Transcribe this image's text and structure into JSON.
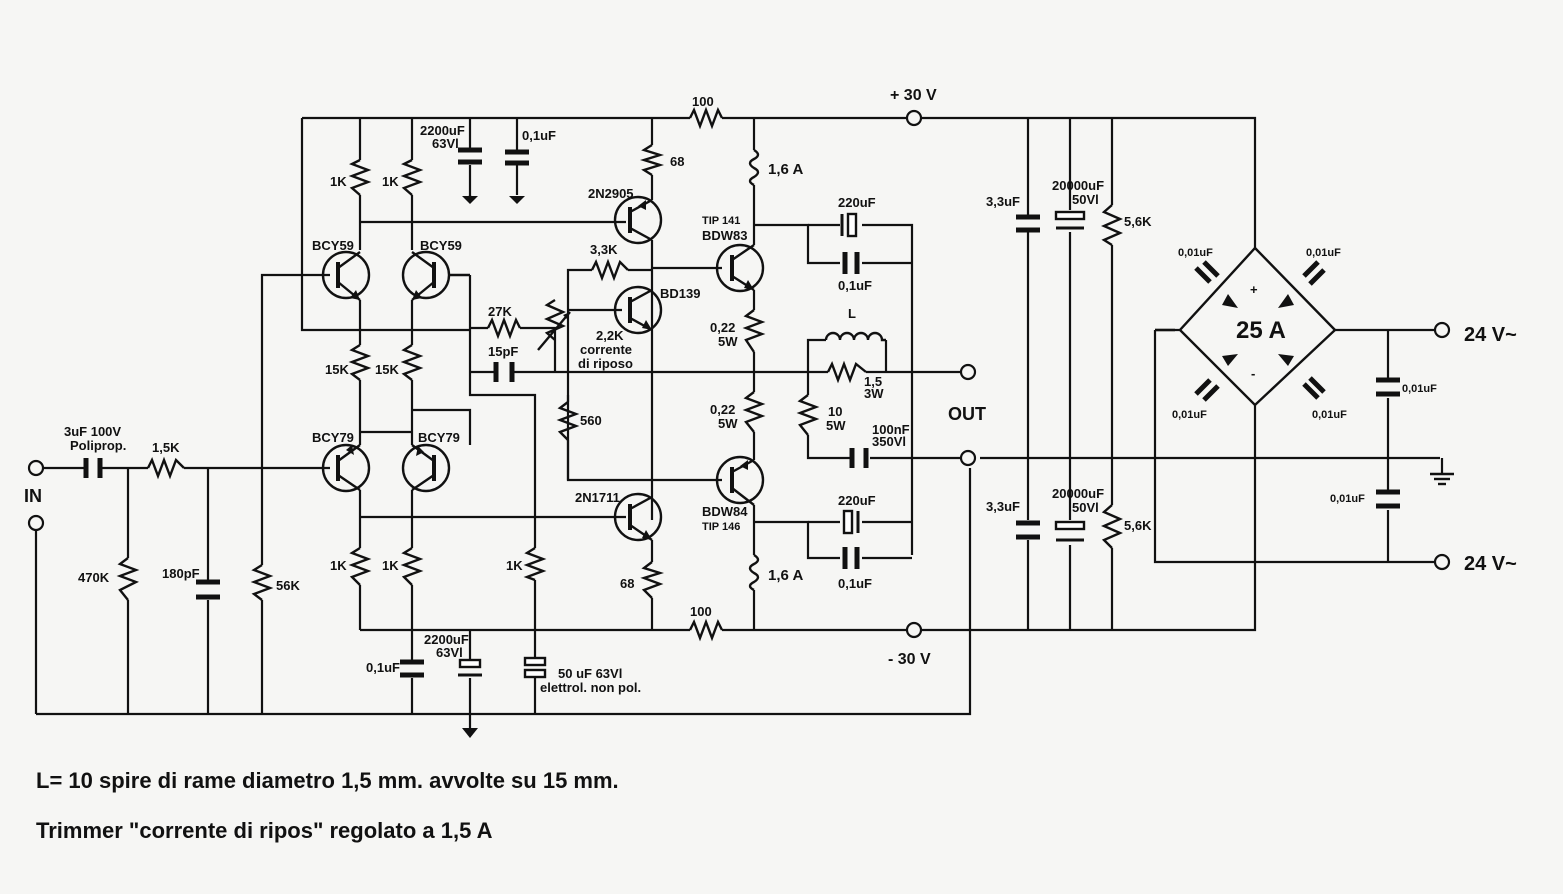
{
  "labels": {
    "supply_pos": "+ 30 V",
    "supply_neg": "- 30 V",
    "r_top": "100",
    "r_bot": "100",
    "c_2200_top": "2200uF",
    "c_2200_top_v": "63Vl",
    "c_01_top": "0,1uF",
    "r68_top": "68",
    "r68_bot": "68",
    "q_2n2905": "2N2905",
    "q_2n1711": "2N1711",
    "fuse_top": "1,6 A",
    "fuse_bot": "1,6 A",
    "tip141": "TIP 141",
    "bdw83": "BDW83",
    "bdw84": "BDW84",
    "tip146": "TIP 146",
    "c220_top": "220uF",
    "c220_bot": "220uF",
    "c01_top2": "0,1uF",
    "c01_bot2": "0,1uF",
    "r1k_a": "1K",
    "r1k_b": "1K",
    "bcy59_a": "BCY59",
    "bcy59_b": "BCY59",
    "r33k": "3,3K",
    "bd139": "BD139",
    "r27k": "27K",
    "trim": "2,2K",
    "trim2": "corrente",
    "trim3": "di riposo",
    "c15p": "15pF",
    "r022_a": "0,22",
    "r022_a2": "5W",
    "r022_b": "0,22",
    "r022_b2": "5W",
    "ind_L": "L",
    "r15": "1,5",
    "r15b": "3W",
    "r10": "10",
    "r10b": "5W",
    "c100n": "100nF",
    "c100n2": "350Vl",
    "out": "OUT",
    "r15k_a": "15K",
    "r15k_b": "15K",
    "r560": "560",
    "bcy79_a": "BCY79",
    "bcy79_b": "BCY79",
    "c3u": "3uF  100V",
    "c3u2": "Poliprop.",
    "r15kin": "1,5K",
    "in": "IN",
    "r470k": "470K",
    "c180p": "180pF",
    "r56k": "56K",
    "r1k_c": "1K",
    "r1k_d": "1K",
    "r1k_e": "1K",
    "c01_bot": "0,1uF",
    "c2200_bot": "2200uF",
    "c2200_bot_v": "63Vl",
    "c50u": "50 uF 63Vl",
    "c50u2": "elettrol. non pol.",
    "c33u_a": "3,3uF",
    "c33u_b": "3,3uF",
    "c20000_a": "20000uF",
    "c20000_a2": "50Vl",
    "c20000_b": "20000uF",
    "c20000_b2": "50Vl",
    "r56k_a": "5,6K",
    "r56k_b": "5,6K",
    "bridge": "25 A",
    "cb1": "0,01uF",
    "cb2": "0,01uF",
    "cb3": "0,01uF",
    "cb4": "0,01uF",
    "cb5": "0,01uF",
    "cb6": "0,01uF",
    "ac1": "24 V~",
    "ac2": "24 V~",
    "plus": "+",
    "minus": "-",
    "note1": "L= 10 spire di rame diametro 1,5 mm. avvolte su 15 mm.",
    "note2": "Trimmer \"corrente di ripos\" regolato a 1,5 A"
  }
}
